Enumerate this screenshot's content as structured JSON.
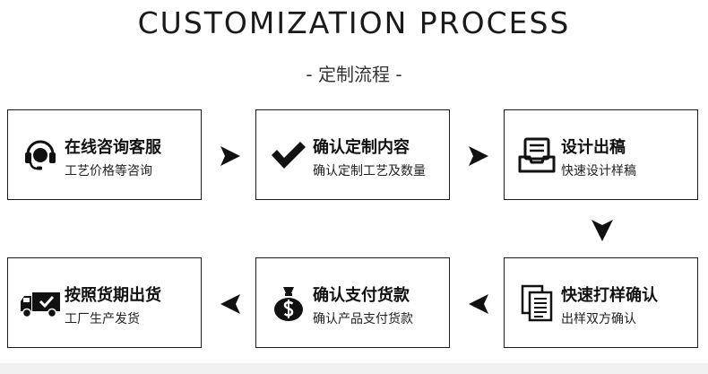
{
  "title": "CUSTOMIZATION PROCESS",
  "subtitle": "- 定制流程 -",
  "steps": [
    {
      "title": "在线咨询客服",
      "desc": "工艺价格等咨询",
      "icon": "headset-icon"
    },
    {
      "title": "确认定制内容",
      "desc": "确认定制工艺及数量",
      "icon": "checkmark-icon"
    },
    {
      "title": "设计出稿",
      "desc": "快速设计样稿",
      "icon": "inbox-tray-icon"
    },
    {
      "title": "快速打样确认",
      "desc": "出样双方确认",
      "icon": "documents-icon"
    },
    {
      "title": "确认支付货款",
      "desc": "确认产品支付货款",
      "icon": "money-bag-icon"
    },
    {
      "title": "按照货期出货",
      "desc": "工厂生产发货",
      "icon": "delivery-truck-icon"
    }
  ],
  "colors": {
    "border": "#1a1a1a",
    "text": "#111111",
    "background": "#ffffff"
  }
}
